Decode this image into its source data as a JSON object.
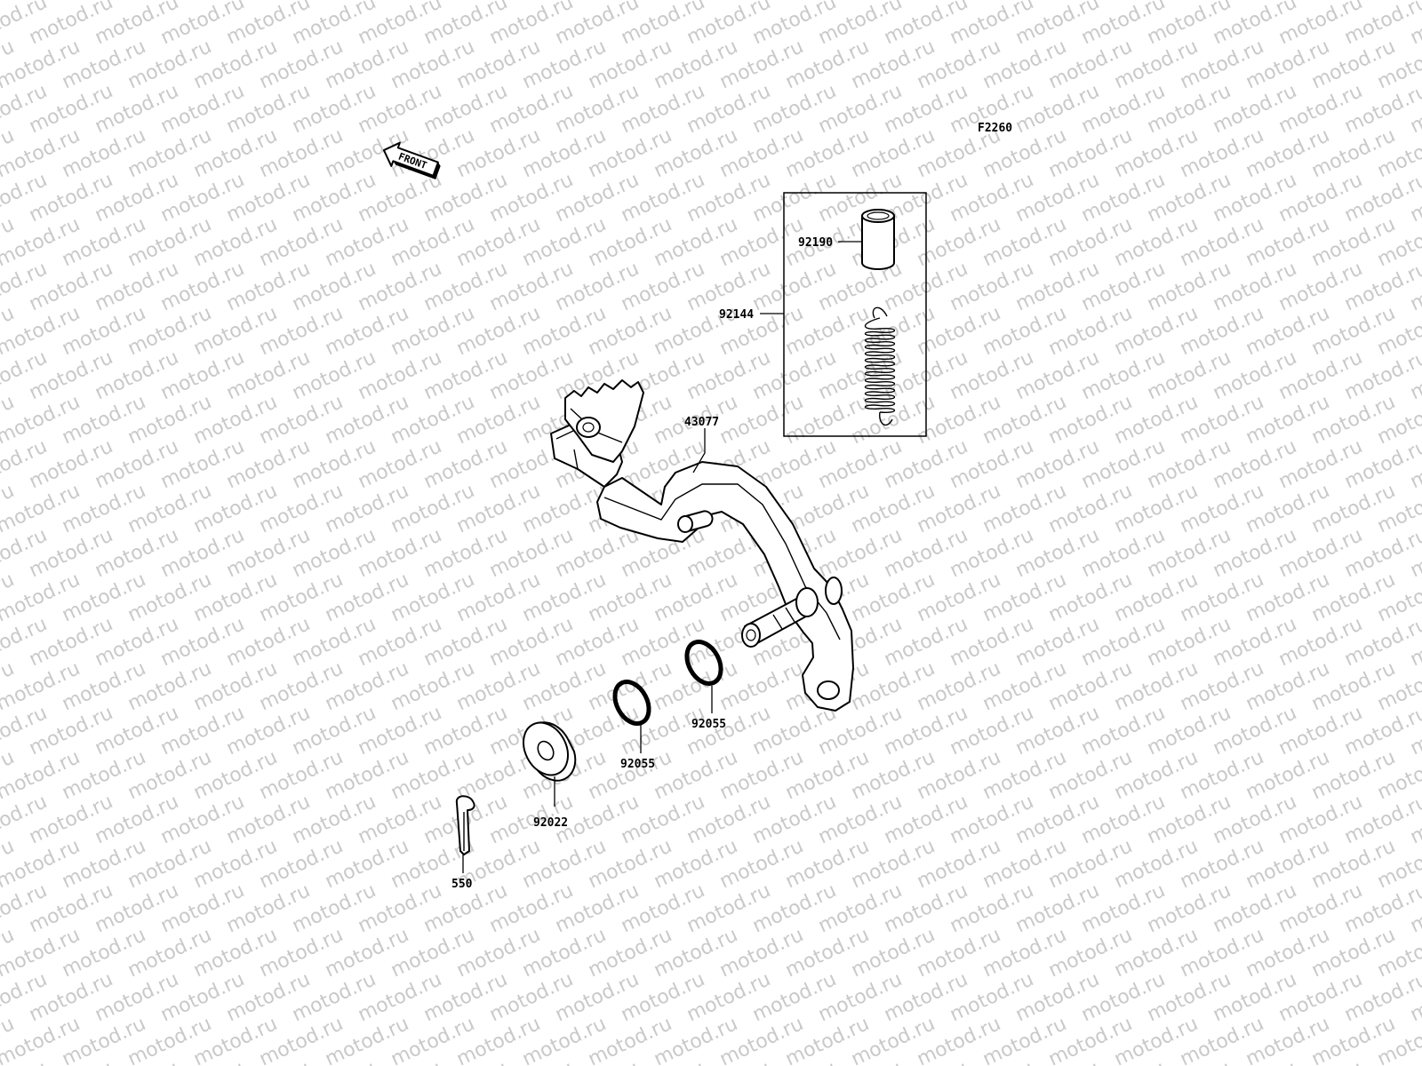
{
  "watermark_text": "motod.ru",
  "figure_code": "F2260",
  "front_arrow_label": "FRONT",
  "callouts": {
    "spring_kit": "92144",
    "collar": "92190",
    "brake_pedal": "43077",
    "o_ring_upper": "92055",
    "o_ring_lower": "92055",
    "washer": "92022",
    "cotter_pin": "550"
  },
  "colors": {
    "line": "#000000",
    "watermark": "#c9c9c9",
    "background": "#ffffff"
  }
}
